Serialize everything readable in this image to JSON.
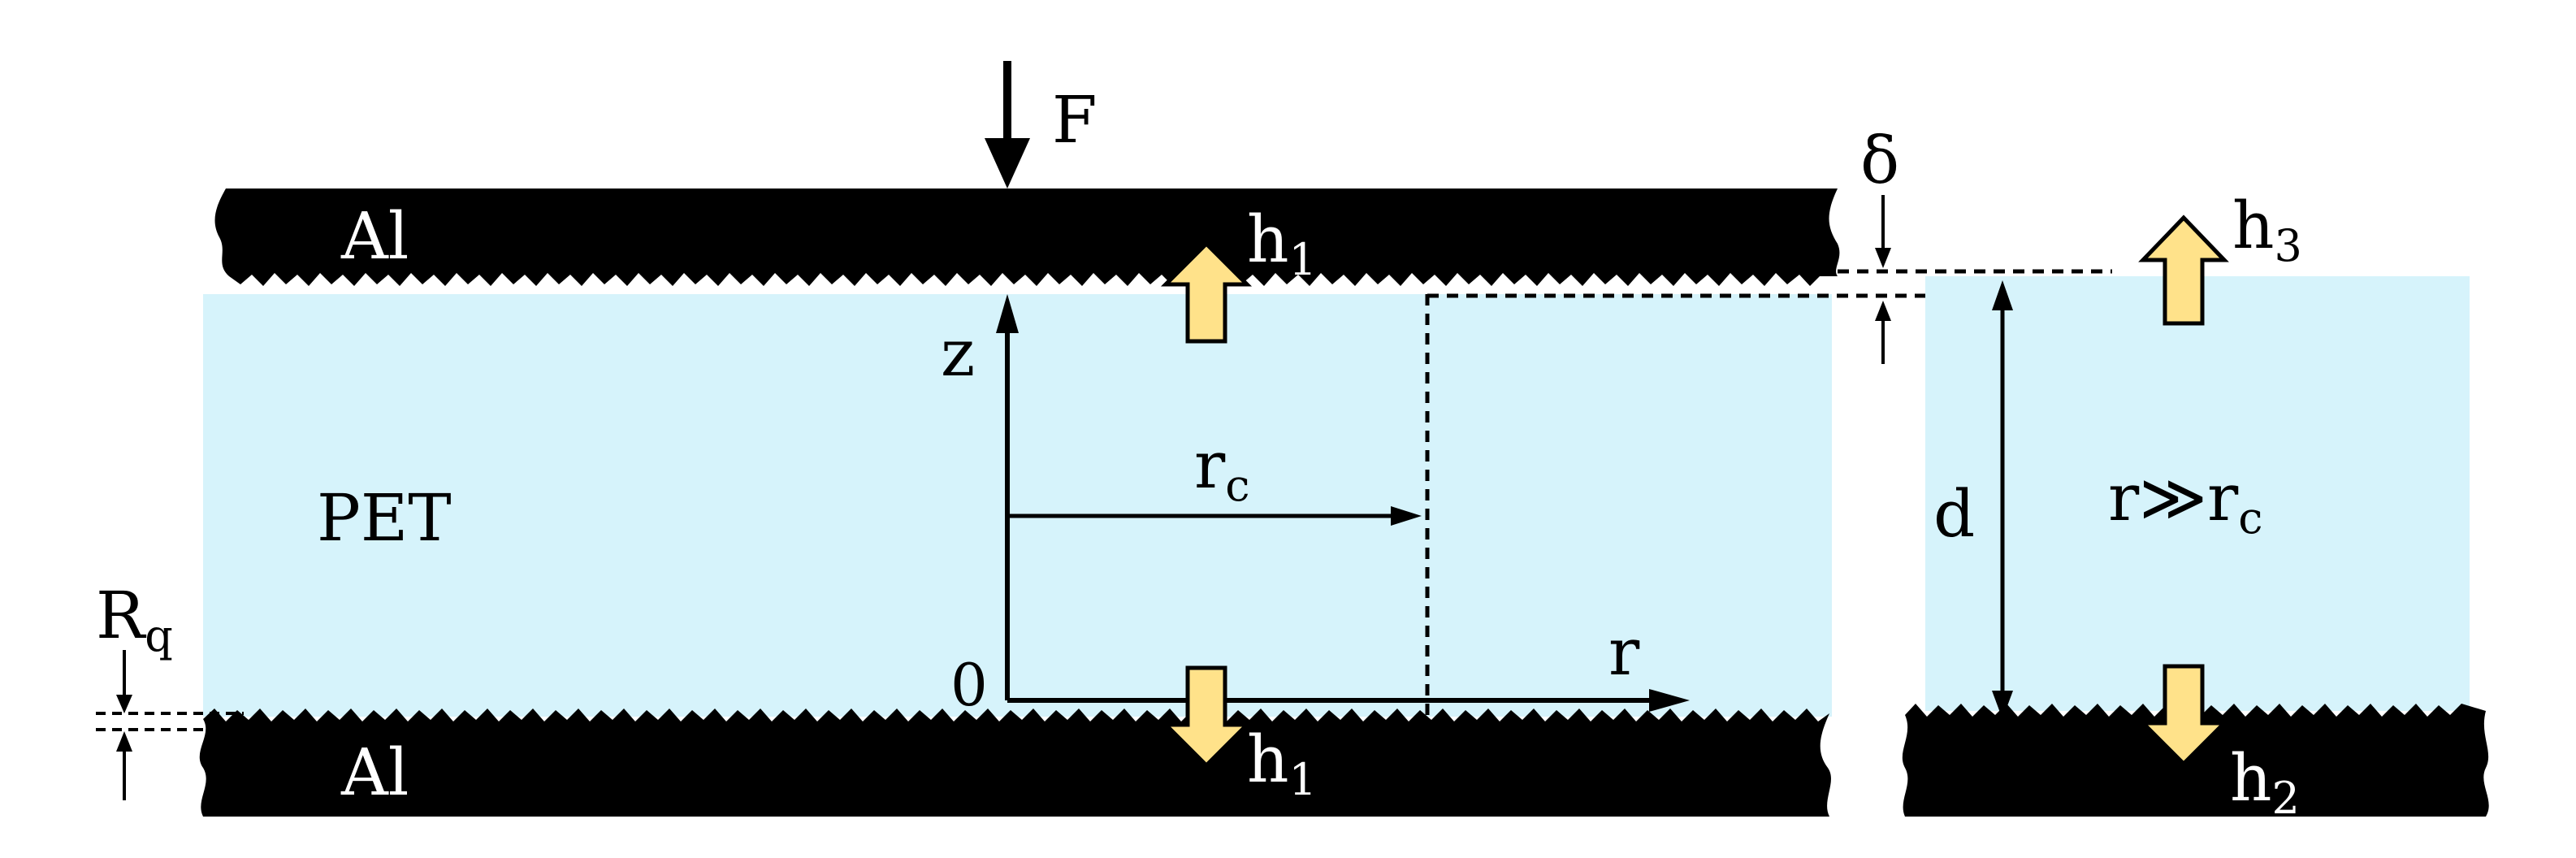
{
  "labels": {
    "force": "F",
    "material_top": "Al",
    "material_bottom": "Al",
    "film": "PET",
    "z_axis": "z",
    "r_axis": "r",
    "origin": "0",
    "contact_radius_main": "r",
    "contact_radius_sub": "c",
    "h1_top_main": "h",
    "h1_top_sub": "1",
    "h1_bottom_main": "h",
    "h1_bottom_sub": "1",
    "h2_main": "h",
    "h2_sub": "2",
    "h3_main": "h",
    "h3_sub": "3",
    "delta": "δ",
    "thickness": "d",
    "far_field_main": "r≫r",
    "far_field_sub": "c",
    "roughness_main": "R",
    "roughness_sub": "q"
  },
  "colors": {
    "film_fill": "#d6f3fb",
    "metal": "#000000",
    "heat_arrow_fill": "#ffe28a",
    "heat_arrow_stroke": "#000000",
    "label_on_metal": "#ffffff"
  }
}
